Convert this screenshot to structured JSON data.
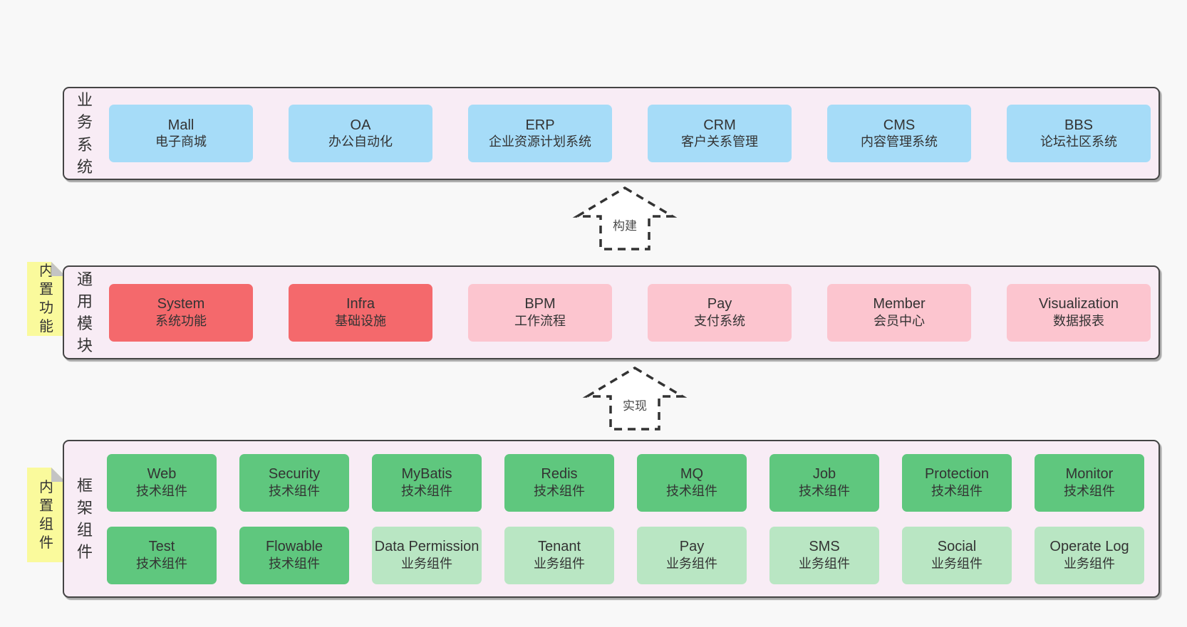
{
  "colors": {
    "page_bg": "#f8f8f8",
    "panel_bg": "#f8ecf5",
    "panel_border": "#444444",
    "c_blue": "#a6dcf8",
    "c_red": "#f4696c",
    "c_pink": "#fcc5cf",
    "c_green": "#5fc77e",
    "c_lightgreen": "#b9e6c3",
    "c_note": "#fafa9c",
    "c_fold": "#c4c4c4",
    "c_text": "#333333",
    "c_arrow": "#333333"
  },
  "arrows": [
    {
      "label": "构建"
    },
    {
      "label": "实现"
    }
  ],
  "layers": [
    {
      "label": "业务系统",
      "boxes": [
        {
          "name": "Mall",
          "desc": "电子商城",
          "variant": "blue"
        },
        {
          "name": "OA",
          "desc": "办公自动化",
          "variant": "blue"
        },
        {
          "name": "ERP",
          "desc": "企业资源计划系统",
          "variant": "blue"
        },
        {
          "name": "CRM",
          "desc": "客户关系管理",
          "variant": "blue"
        },
        {
          "name": "CMS",
          "desc": "内容管理系统",
          "variant": "blue"
        },
        {
          "name": "BBS",
          "desc": "论坛社区系统",
          "variant": "blue"
        }
      ]
    },
    {
      "label": "通用模块",
      "note": "内置功能",
      "boxes": [
        {
          "name": "System",
          "desc": "系统功能",
          "variant": "red"
        },
        {
          "name": "Infra",
          "desc": "基础设施",
          "variant": "red"
        },
        {
          "name": "BPM",
          "desc": "工作流程",
          "variant": "pink"
        },
        {
          "name": "Pay",
          "desc": "支付系统",
          "variant": "pink"
        },
        {
          "name": "Member",
          "desc": "会员中心",
          "variant": "pink"
        },
        {
          "name": "Visualization",
          "desc": "数据报表",
          "variant": "pink"
        }
      ]
    },
    {
      "label": "框架组件",
      "note": "内置组件",
      "rows": [
        [
          {
            "name": "Web",
            "desc": "技术组件",
            "variant": "green"
          },
          {
            "name": "Security",
            "desc": "技术组件",
            "variant": "green"
          },
          {
            "name": "MyBatis",
            "desc": "技术组件",
            "variant": "green"
          },
          {
            "name": "Redis",
            "desc": "技术组件",
            "variant": "green"
          },
          {
            "name": "MQ",
            "desc": "技术组件",
            "variant": "green"
          },
          {
            "name": "Job",
            "desc": "技术组件",
            "variant": "green"
          },
          {
            "name": "Protection",
            "desc": "技术组件",
            "variant": "green"
          },
          {
            "name": "Monitor",
            "desc": "技术组件",
            "variant": "green"
          }
        ],
        [
          {
            "name": "Test",
            "desc": "技术组件",
            "variant": "green"
          },
          {
            "name": "Flowable",
            "desc": "技术组件",
            "variant": "green"
          },
          {
            "name": "Data Permission",
            "desc": "业务组件",
            "variant": "lightgreen"
          },
          {
            "name": "Tenant",
            "desc": "业务组件",
            "variant": "lightgreen"
          },
          {
            "name": "Pay",
            "desc": "业务组件",
            "variant": "lightgreen"
          },
          {
            "name": "SMS",
            "desc": "业务组件",
            "variant": "lightgreen"
          },
          {
            "name": "Social",
            "desc": "业务组件",
            "variant": "lightgreen"
          },
          {
            "name": "Operate Log",
            "desc": "业务组件",
            "variant": "lightgreen"
          }
        ]
      ]
    }
  ]
}
